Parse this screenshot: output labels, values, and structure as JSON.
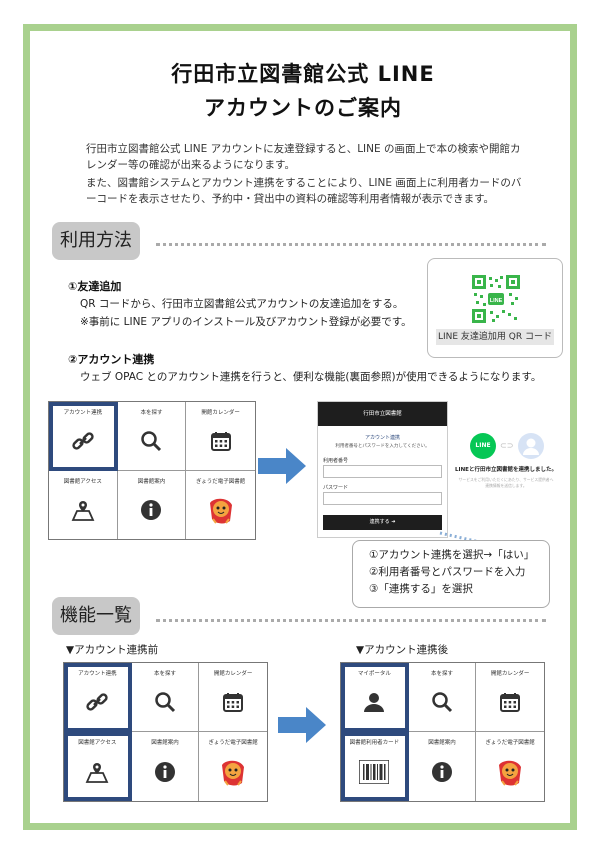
{
  "title": {
    "line1": "行田市立図書館公式 LINE",
    "line2": "アカウントのご案内"
  },
  "intro": {
    "p1": "行田市立図書館公式 LINE アカウントに友達登録すると、LINE の画面上で本の検索や開館カレンダー等の確認が出来るようになります。",
    "p2": "また、図書館システムとアカウント連携をすることにより、LINE 画面上に利用者カードのバーコードを表示させたり、予約中・貸出中の資料の確認等利用者情報が表示できます。"
  },
  "usage": {
    "heading": "利用方法",
    "step1_title": "①友達追加",
    "step1_line1": "QR コードから、行田市立図書館公式アカウントの友達追加をする。",
    "step1_line2": "※事前に LINE アプリのインストール及びアカウント登録が必要です。",
    "qr_caption": "LINE 友達追加用 QR コード",
    "step2_title": "②アカウント連携",
    "step2_line1": "ウェブ OPAC とのアカウント連携を行うと、便利な機能(裏面参照)が使用できるようになります。"
  },
  "menu_before": {
    "cells": [
      "アカウント連携",
      "本を探す",
      "開館カレンダー",
      "図書館アクセス",
      "図書館案内",
      "ぎょうだ電子図書館"
    ]
  },
  "menu_after": {
    "cells": [
      "マイポータル",
      "本を探す",
      "開館カレンダー",
      "図書館利用者カード",
      "図書館案内",
      "ぎょうだ電子図書館"
    ]
  },
  "login": {
    "header": "行田市立図書館",
    "link": "アカウント連携",
    "instruction": "利用者番号とパスワードを入力してください。",
    "id_label": "利用者番号",
    "pw_label": "パスワード",
    "button": "連携する ➜"
  },
  "line_link": {
    "badge": "LINE",
    "message": "LINEと行田市立図書館を連携しました。",
    "sub": "サービスをご利用いただくにあたり、サービス提供者へ連携情報を送信します。"
  },
  "callout": {
    "line1": "①アカウント連携を選択→「はい」",
    "line2": "②利用者番号とパスワードを入力",
    "line3": "③「連携する」を選択"
  },
  "features": {
    "heading": "機能一覧",
    "before_label": "▼アカウント連携前",
    "after_label": "▼アカウント連携後"
  },
  "colors": {
    "frame": "#a9d18e",
    "highlight": "#2e4a7d",
    "arrow": "#4a86c8",
    "line_green": "#06c755"
  }
}
